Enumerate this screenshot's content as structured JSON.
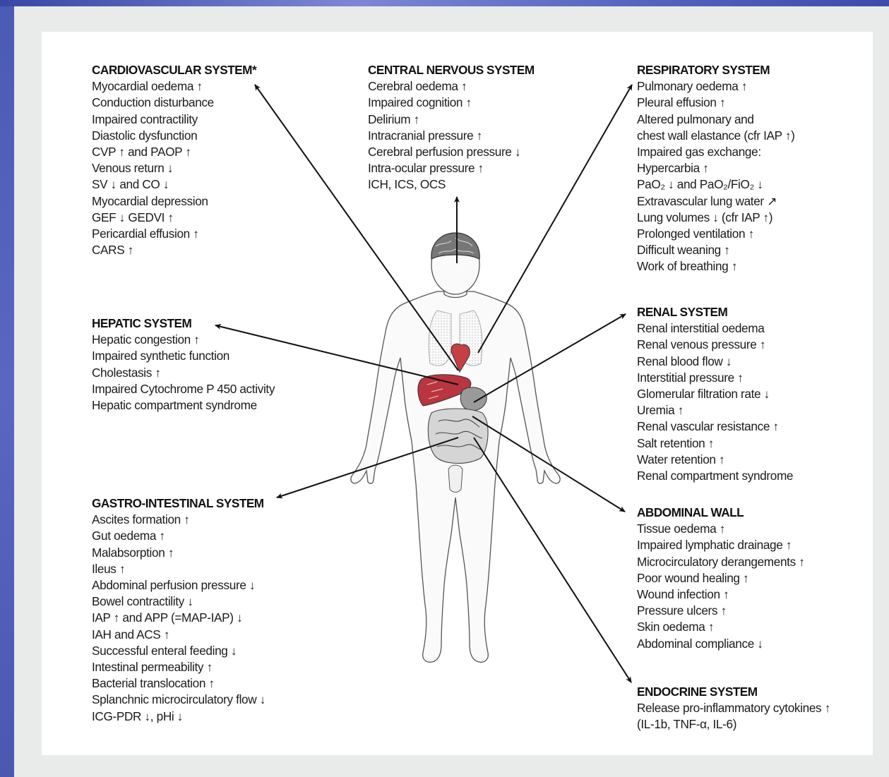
{
  "sections": {
    "cardiovascular": {
      "title": "CARDIOVASCULAR SYSTEM*",
      "items": [
        "Myocardial oedema ↑",
        "Conduction disturbance",
        "Impaired contractility",
        "Diastolic dysfunction",
        "CVP ↑ and PAOP ↑",
        "Venous return ↓",
        "SV ↓ and CO ↓",
        "Myocardial depression",
        "GEF ↓ GEDVI ↑",
        "Pericardial effusion ↑",
        "CARS ↑"
      ]
    },
    "cns": {
      "title": "CENTRAL NERVOUS SYSTEM",
      "items": [
        "Cerebral oedema ↑",
        "Impaired cognition ↑",
        "Delirium ↑",
        "Intracranial pressure ↑",
        "Cerebral perfusion pressure ↓",
        "Intra-ocular pressure ↑",
        "ICH, ICS, OCS"
      ]
    },
    "respiratory": {
      "title": "RESPIRATORY SYSTEM",
      "items": [
        "Pulmonary oedema ↑",
        "Pleural effusion ↑",
        "Altered pulmonary and",
        "chest wall elastance (cfr IAP ↑)",
        "Impaired gas exchange:",
        "Hypercarbia ↑",
        "PaO₂ ↓ and PaO₂/FiO₂ ↓",
        "Extravascular lung water ↗",
        "Lung volumes ↓ (cfr IAP ↑)",
        "Prolonged ventilation ↑",
        "Difficult weaning ↑",
        "Work of breathing ↑"
      ]
    },
    "hepatic": {
      "title": "HEPATIC SYSTEM",
      "items": [
        "Hepatic congestion ↑",
        "Impaired synthetic function",
        "Cholestasis ↑",
        "Impaired Cytochrome P 450 activity",
        "Hepatic compartment syndrome"
      ]
    },
    "renal": {
      "title": "RENAL SYSTEM",
      "items": [
        "Renal interstitial oedema",
        "Renal venous pressure ↑",
        "Renal blood flow ↓",
        "Interstitial pressure ↑",
        "Glomerular filtration rate ↓",
        "Uremia ↑",
        "Renal vascular resistance ↑",
        "Salt retention ↑",
        "Water retention ↑",
        "Renal compartment syndrome"
      ]
    },
    "gi": {
      "title": "GASTRO-INTESTINAL SYSTEM",
      "items": [
        "Ascites formation ↑",
        "Gut oedema ↑",
        "Malabsorption ↑",
        "Ileus ↑",
        "Abdominal perfusion pressure ↓",
        "Bowel contractility ↓",
        "IAP ↑ and APP (=MAP-IAP) ↓",
        "IAH and ACS ↑",
        "Successful enteral feeding ↓",
        "Intestinal permeability ↑",
        "Bacterial translocation ↑",
        "Splanchnic microcirculatory flow ↓",
        "ICG-PDR ↓, pHi ↓"
      ]
    },
    "abdominal_wall": {
      "title": "ABDOMINAL WALL",
      "items": [
        "Tissue oedema ↑",
        "Impaired lymphatic drainage ↑",
        "Microcirculatory derangements ↑",
        "Poor wound healing ↑",
        "Wound infection ↑",
        "Pressure ulcers ↑",
        "Skin oedema ↑",
        "Abdominal compliance ↓"
      ]
    },
    "endocrine": {
      "title": "ENDOCRINE SYSTEM",
      "items": [
        "Release pro-inflammatory cytokines ↑",
        "(IL-1b, TNF-α, IL-6)"
      ]
    }
  },
  "colors": {
    "slide_background": "#5563bf",
    "panel": "#e9eaea",
    "figure": "#ffffff",
    "text": "#1b1b1b",
    "arrows": "#111111",
    "liver": "#b9353f",
    "heart": "#c63f45"
  },
  "icons": [
    "human-body-illustration",
    "brain-illustration",
    "arrow-icon"
  ]
}
